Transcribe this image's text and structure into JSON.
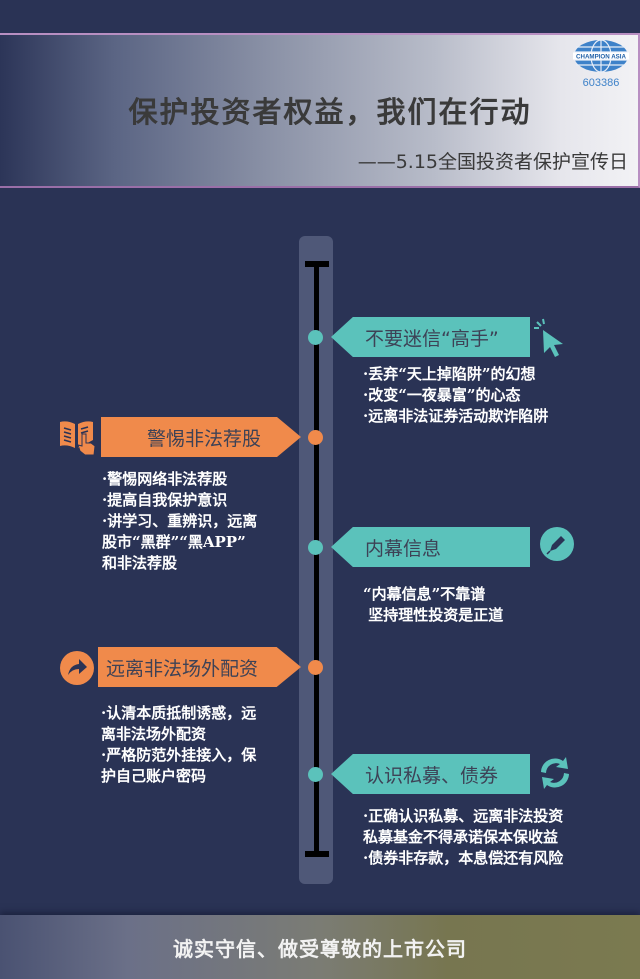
{
  "header": {
    "title": "保护投资者权益，我们在行动",
    "subtitle": "——5.15全国投资者保护宣传日",
    "logo": {
      "text": "CHAMPION ASIA",
      "code": "603386"
    }
  },
  "timeline": {
    "items": [
      {
        "side": "right",
        "color": "teal",
        "icon": "cursor-click-icon",
        "label": "不要迷信“高手”",
        "lines": [
          "·丢弃“天上掉陷阱”的幻想",
          "·改变“一夜暴富”的心态",
          "·远离非法证券活动欺诈陷阱"
        ]
      },
      {
        "side": "left",
        "color": "orange",
        "icon": "book-hand-icon",
        "label": "警惕非法荐股",
        "lines": [
          "·警惕网络非法荐股",
          "·提高自我保护意识",
          "·讲学习、重辨识，远离",
          "股市“黑群”“黑APP”",
          "和非法荐股"
        ]
      },
      {
        "side": "right",
        "color": "teal",
        "icon": "pen-icon",
        "label": "内幕信息",
        "lines": [
          "“内幕信息”不靠谱",
          " 坚持理性投资是正道"
        ]
      },
      {
        "side": "left",
        "color": "orange",
        "icon": "share-arrow-icon",
        "label": "远离非法场外配资",
        "lines": [
          "·认清本质抵制诱惑，远",
          "离非法场外配资",
          "·严格防范外挂接入，保",
          "护自己账户密码"
        ]
      },
      {
        "side": "right",
        "color": "teal",
        "icon": "refresh-icon",
        "label": "认识私募、债券",
        "lines": [
          "·正确认识私募、远离非法投资",
          "私募基金不得承诺保本保收益",
          "·债券非存款，本息偿还有风险"
        ]
      }
    ]
  },
  "footer": {
    "slogan": "诚实守信、做受尊敬的上市公司"
  },
  "colors": {
    "background": "#2a3355",
    "teal": "#5bc2bb",
    "orange": "#f08a4b",
    "track": "#4f5878"
  }
}
